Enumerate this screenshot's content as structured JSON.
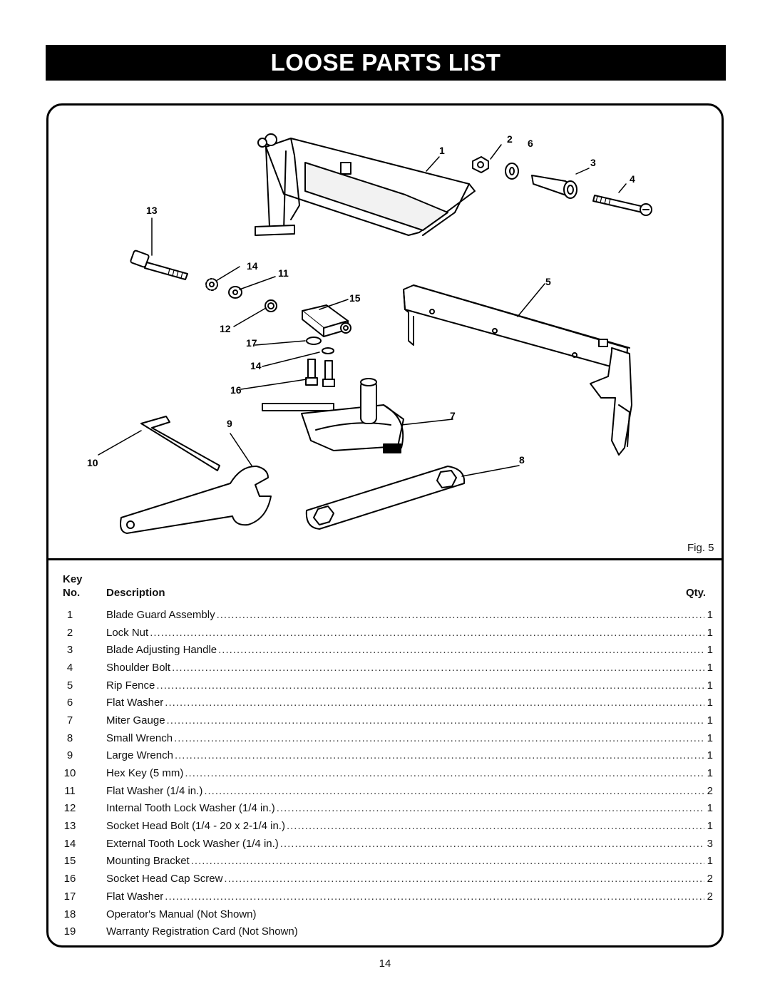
{
  "header": {
    "title": "LOOSE PARTS LIST"
  },
  "figure": {
    "label": "Fig. 5",
    "callouts": [
      "1",
      "2",
      "6",
      "3",
      "4",
      "13",
      "14",
      "11",
      "5",
      "15",
      "12",
      "17",
      "14",
      "16",
      "9",
      "7",
      "10",
      "8"
    ]
  },
  "table": {
    "col_key_line1": "Key",
    "col_key_line2": "No.",
    "col_description": "Description",
    "col_qty": "Qty.",
    "rows": [
      {
        "no": "1",
        "description": "Blade Guard Assembly",
        "qty": "1"
      },
      {
        "no": "2",
        "description": "Lock Nut",
        "qty": "1"
      },
      {
        "no": "3",
        "description": "Blade Adjusting Handle",
        "qty": "1"
      },
      {
        "no": "4",
        "description": "Shoulder Bolt",
        "qty": "1"
      },
      {
        "no": "5",
        "description": "Rip Fence",
        "qty": "1"
      },
      {
        "no": "6",
        "description": "Flat Washer",
        "qty": "1"
      },
      {
        "no": "7",
        "description": "Miter Gauge",
        "qty": "1"
      },
      {
        "no": "8",
        "description": "Small Wrench",
        "qty": "1"
      },
      {
        "no": "9",
        "description": "Large Wrench",
        "qty": "1"
      },
      {
        "no": "10",
        "description": "Hex Key (5 mm)",
        "qty": "1"
      },
      {
        "no": "11",
        "description": "Flat Washer (1/4 in.)",
        "qty": "2"
      },
      {
        "no": "12",
        "description": "Internal Tooth Lock Washer (1/4 in.)",
        "qty": "1"
      },
      {
        "no": "13",
        "description": "Socket Head Bolt (1/4 - 20 x 2-1/4 in.)",
        "qty": "1"
      },
      {
        "no": "14",
        "description": "External Tooth Lock Washer (1/4 in.)",
        "qty": "3"
      },
      {
        "no": "15",
        "description": "Mounting Bracket",
        "qty": "1"
      },
      {
        "no": "16",
        "description": "Socket Head Cap Screw",
        "qty": "2"
      },
      {
        "no": "17",
        "description": "Flat Washer",
        "qty": "2"
      },
      {
        "no": "18",
        "description": "Operator's Manual (Not Shown)",
        "qty": ""
      },
      {
        "no": "19",
        "description": "Warranty Registration Card (Not Shown)",
        "qty": ""
      }
    ]
  },
  "page_number": "14"
}
